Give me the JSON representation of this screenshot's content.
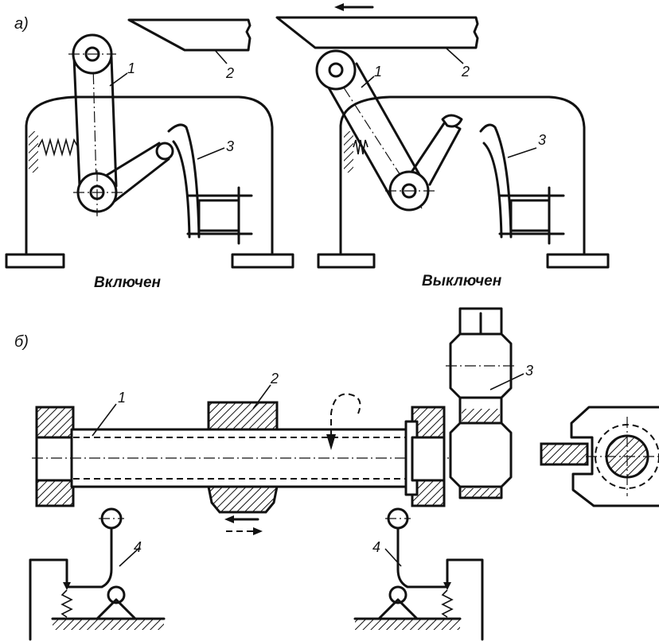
{
  "panel_a": {
    "label": "а)",
    "left": {
      "caption": "Включен",
      "callouts": {
        "lever": "1",
        "stop": "2",
        "latch": "3"
      }
    },
    "right": {
      "caption": "Выключен",
      "callouts": {
        "lever": "1",
        "stop": "2",
        "latch": "3"
      }
    }
  },
  "panel_b": {
    "label": "б)",
    "callouts": {
      "shaft": "1",
      "collar": "2",
      "gear": "3",
      "lever_left": "4",
      "lever_right": "4"
    }
  }
}
